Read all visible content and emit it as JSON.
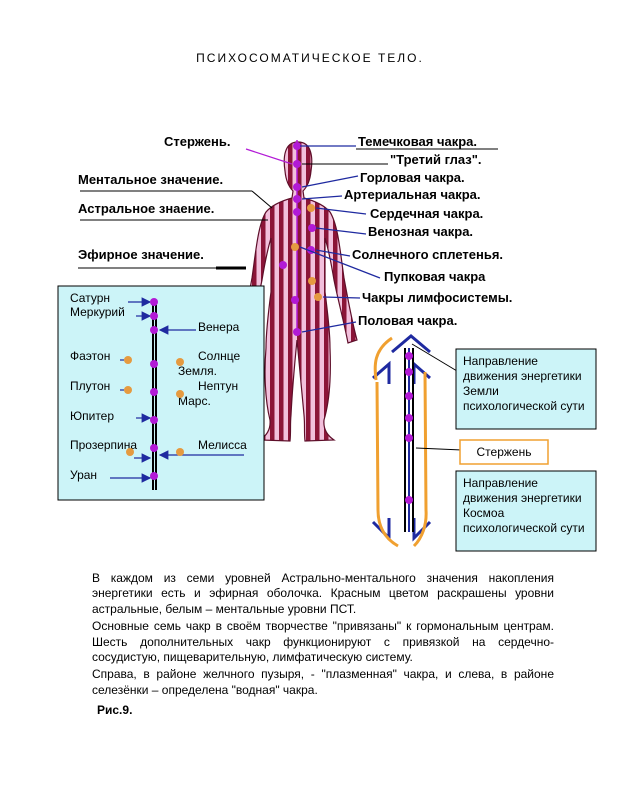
{
  "title": "ПСИХОСОМАТИЧЕСКОЕ ТЕЛО.",
  "body_labels_left": {
    "sterzhen": "Стержень.",
    "mental": "Ментальное значение.",
    "astral": "Астральное знаение.",
    "efir": "Эфирное значение."
  },
  "chakras": [
    "Темечковая чакра.",
    "\"Третий глаз\".",
    "Горловая чакра.",
    "Артериальная чакра.",
    "Сердечная чакра.",
    "Венозная чакра.",
    "Солнечного сплетенья.",
    "Пупковая чакра",
    "Чакры лимфосистемы.",
    "Половая чакра."
  ],
  "planets_left": [
    "Сатурн",
    "Меркурий",
    "Фаэтон",
    "Плутон",
    "Юпитер",
    "Прозерпина",
    "Уран"
  ],
  "planets_right": [
    "Венера",
    "Солнце",
    "Земля.",
    "Нептун",
    "Марс.",
    "Мелисса"
  ],
  "boxes": {
    "earth": "Направление движения энергетики Земли психологической сути",
    "rod": "Стержень",
    "cosmos": "Направление движения энергетики Космоа психологической сути"
  },
  "colors": {
    "panel": "#ccf4f8",
    "body_red": "#8b1538",
    "body_pink": "#f2c0dc",
    "dot_purple": "#b21ad6",
    "dot_orange": "#e59a40",
    "arrow_blue": "#1f2aa0",
    "box_orange_border": "#f0a030"
  },
  "caption": {
    "p1": "В каждом из семи уровней Астрально-ментального значения накопления энергетики есть и эфирная оболочка. Красным цветом раскрашены уровни астральные, белым – ментальные уровни ПСТ.",
    "p2": "Основные семь чакр в своём творчестве \"привязаны\" к гормональным центрам. Шесть дополнительных чакр функционируют с привязкой на сердечно-сосудистую, пищеварительную, лимфатическую систему.",
    "p3": "Справа, в районе желчного пузыря, - \"плазменная\" чакра, и слева, в районе селезёнки – определена \"водная\" чакра.",
    "figure": "Рис.9."
  }
}
